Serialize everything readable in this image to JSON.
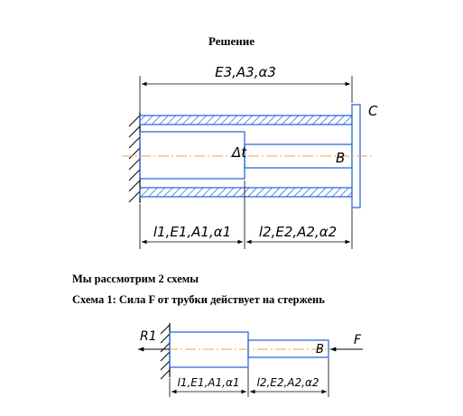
{
  "title": "Решение",
  "paragraph1": "Мы рассмотрим 2 схемы",
  "paragraph2": "Схема 1: Сила F от трубки действует на стержень",
  "figure1": {
    "top_dim_label": "E3,A3,α3",
    "gap_label": "Δt",
    "point_b": "B",
    "point_c": "C",
    "left_dim_label": "l1,E1,A1,α1",
    "right_dim_label": "l2,E2,A2,α2"
  },
  "figure2": {
    "reaction_label": "R1",
    "force_label": "F",
    "point_b": "B",
    "left_dim_label": "l1,E1,A1,α1",
    "right_dim_label": "l2,E2,A2,α2"
  },
  "colors": {
    "part": "#1f5fd6",
    "axis": "#f0a050",
    "line": "#000000"
  }
}
